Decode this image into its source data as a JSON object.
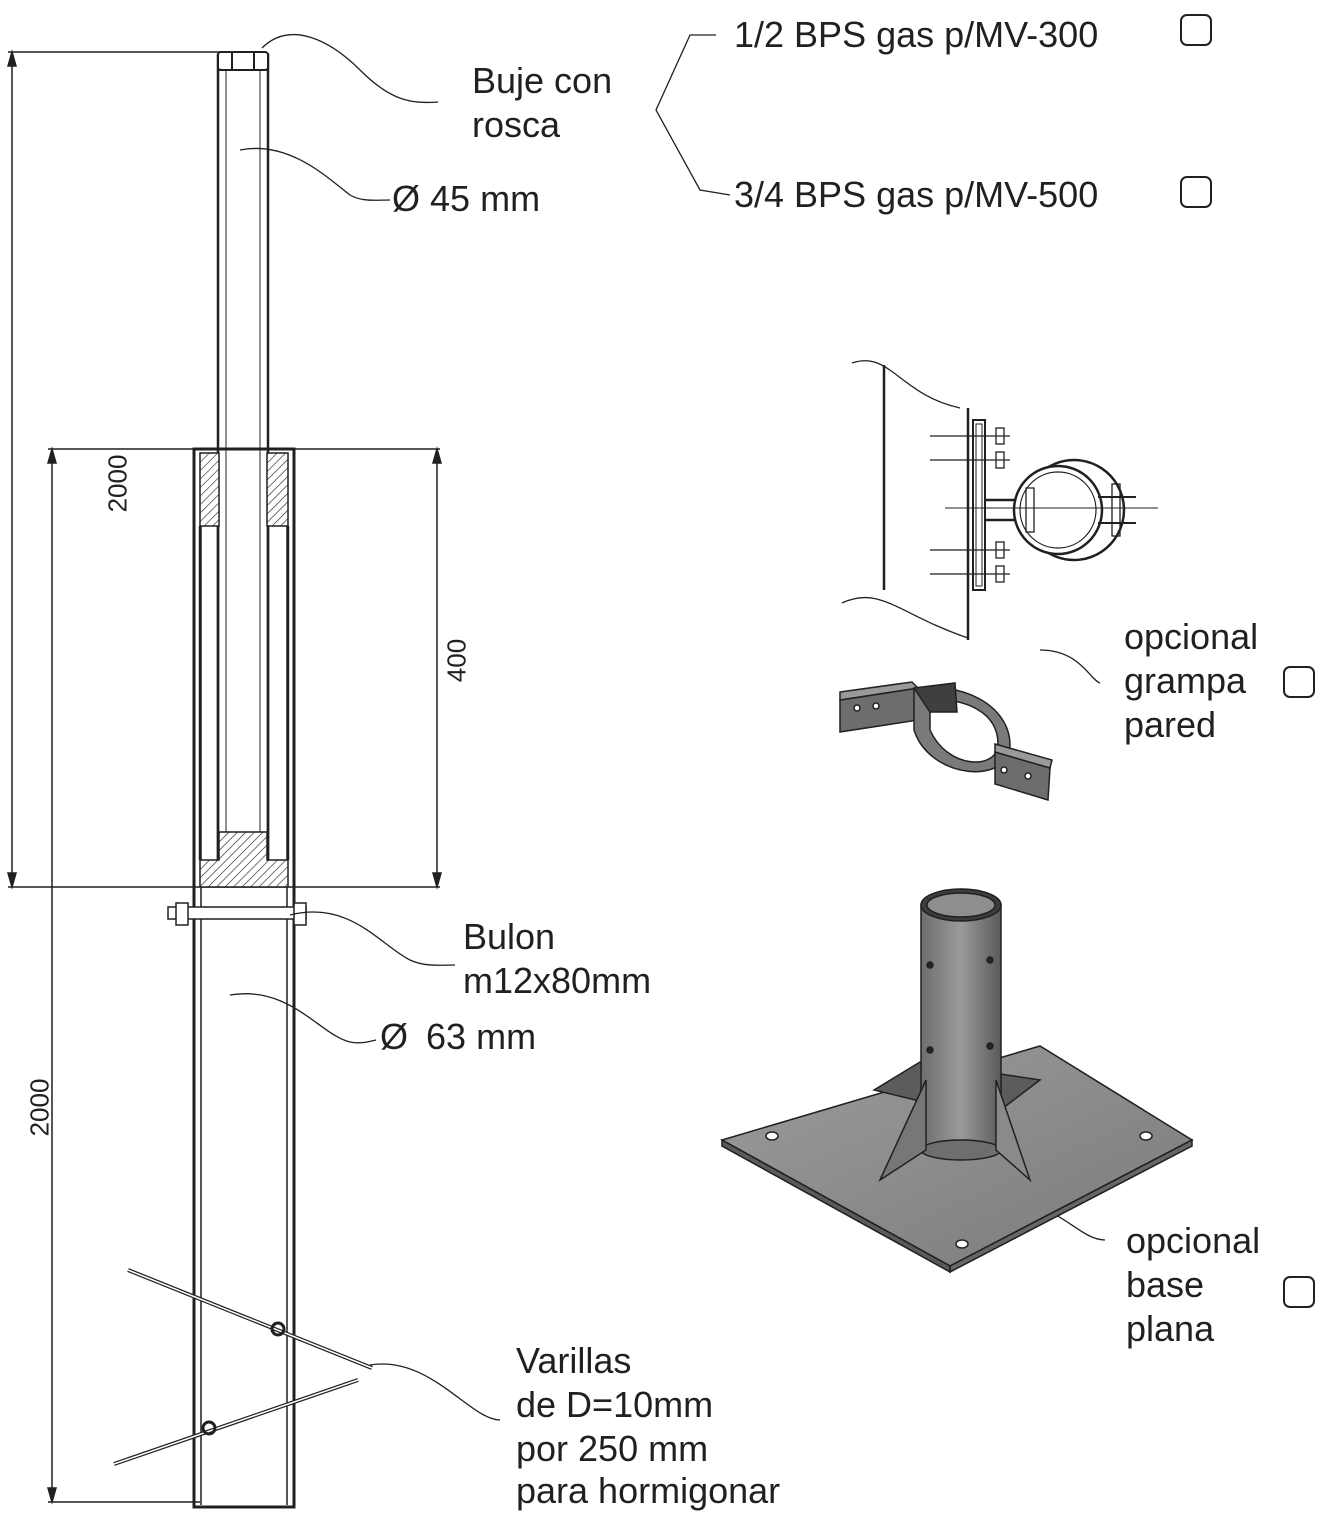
{
  "labels": {
    "bushing_line1": "Buje con",
    "bushing_line2": "rosca",
    "diameter_upper": "45 mm",
    "diameter_lower": "63 mm",
    "diameter_symbol": "Ø",
    "bolt_line1": "Bulon",
    "bolt_line2": "m12x80mm",
    "rods_line1": "Varillas",
    "rods_line2": "de D=10mm",
    "rods_line3": "por 250 mm",
    "rods_line4": "para hormigonar"
  },
  "options": {
    "option_1": "1/2 BPS gas p/MV-300",
    "option_2": "3/4 BPS gas p/MV-500",
    "wall_clamp_line1": "opcional",
    "wall_clamp_line2": "grampa",
    "wall_clamp_line3": "pared",
    "flat_base_line1": "opcional",
    "flat_base_line2": "base",
    "flat_base_line3": "plana"
  },
  "dimensions": {
    "upper_total": "2000",
    "overlap": "400",
    "lower_total": "2000"
  },
  "colors": {
    "ink": "#231f20",
    "metal_dark": "#555555",
    "metal_light": "#8a8a8a"
  }
}
